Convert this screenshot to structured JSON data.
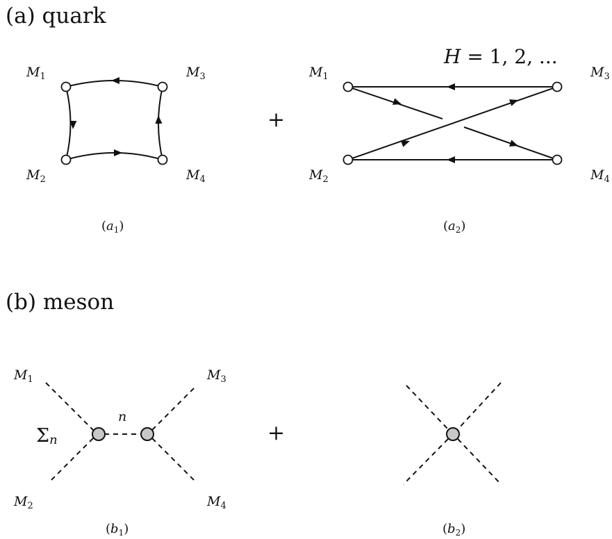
{
  "sections": {
    "a": {
      "title": "(a) quark"
    },
    "b": {
      "title": "(b) meson"
    }
  },
  "diagram_a1": {
    "labels": [
      "M",
      "1",
      "M",
      "2",
      "M",
      "3",
      "M",
      "4"
    ],
    "caption": {
      "open": "(",
      "main": "a",
      "sub": "1",
      "close": ")"
    }
  },
  "diagram_a2": {
    "helicity": {
      "var": "H",
      "rest": " = 1,  2,  ..."
    },
    "labels": [
      "M",
      "1",
      "M",
      "2",
      "M",
      "3",
      "M",
      "4"
    ],
    "caption": {
      "open": "(",
      "main": "a",
      "sub": "2",
      "close": ")"
    }
  },
  "diagram_b1": {
    "labels": [
      "M",
      "1",
      "M",
      "2",
      "M",
      "3",
      "M",
      "4"
    ],
    "sum": {
      "sym": "Σ",
      "idx": "n"
    },
    "exchange": "n",
    "caption": {
      "open": "(",
      "main": "b",
      "sub": "1",
      "close": ")"
    }
  },
  "diagram_b2": {
    "caption": {
      "open": "(",
      "main": "b",
      "sub": "2",
      "close": ")"
    }
  },
  "plus": "+",
  "colors": {
    "stroke": "#111111",
    "vertex_fill": "#c8c8c8"
  },
  "icons": [
    "arrow-head-icon",
    "open-vertex-icon",
    "filled-vertex-icon"
  ]
}
